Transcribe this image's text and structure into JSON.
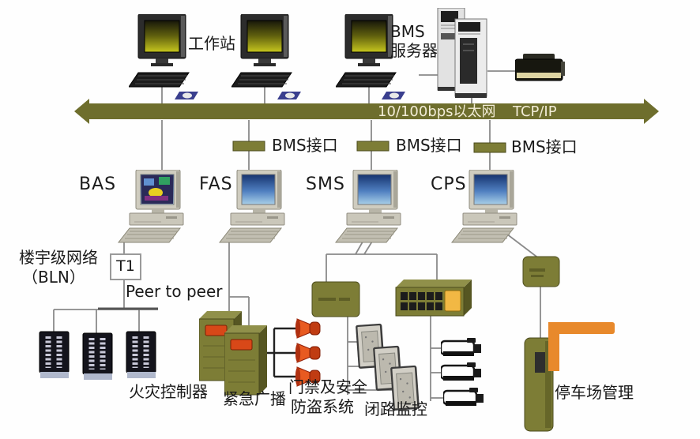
{
  "diagram": {
    "top_row": {
      "workstation_label": "工作站",
      "server_label_line1": "BMS",
      "server_label_line2": "服务器"
    },
    "bus": {
      "ethernet_label": "10/100bps以太网",
      "protocol_label": "TCP/IP"
    },
    "interfaces": [
      {
        "label": "BMS接口"
      },
      {
        "label": "BMS接口"
      },
      {
        "label": "BMS接口"
      }
    ],
    "systems": {
      "bas": {
        "name": "BAS",
        "network_label_line1": "楼宇级网络",
        "network_label_line2": "（BLN）",
        "t1_label": "T1",
        "peer_label": "Peer to peer",
        "device_label": "火灾控制器"
      },
      "fas": {
        "name": "FAS",
        "device_label": "紧急广播"
      },
      "sms": {
        "name": "SMS",
        "access_label_line1": "门禁及安全",
        "access_label_line2": "防盗系统",
        "cctv_label": "闭路监控"
      },
      "cps": {
        "name": "CPS",
        "device_label": "停车场管理"
      }
    },
    "colors": {
      "bus": "#6e6e2d",
      "olive": "#7d7d36",
      "olive_dark": "#565622",
      "olive_light": "#90904a",
      "barrier_arm": "#e8892b",
      "speaker": "#e85a20",
      "matrix_button": "#f2b844",
      "alarm_panel_red": "#d84818"
    }
  }
}
